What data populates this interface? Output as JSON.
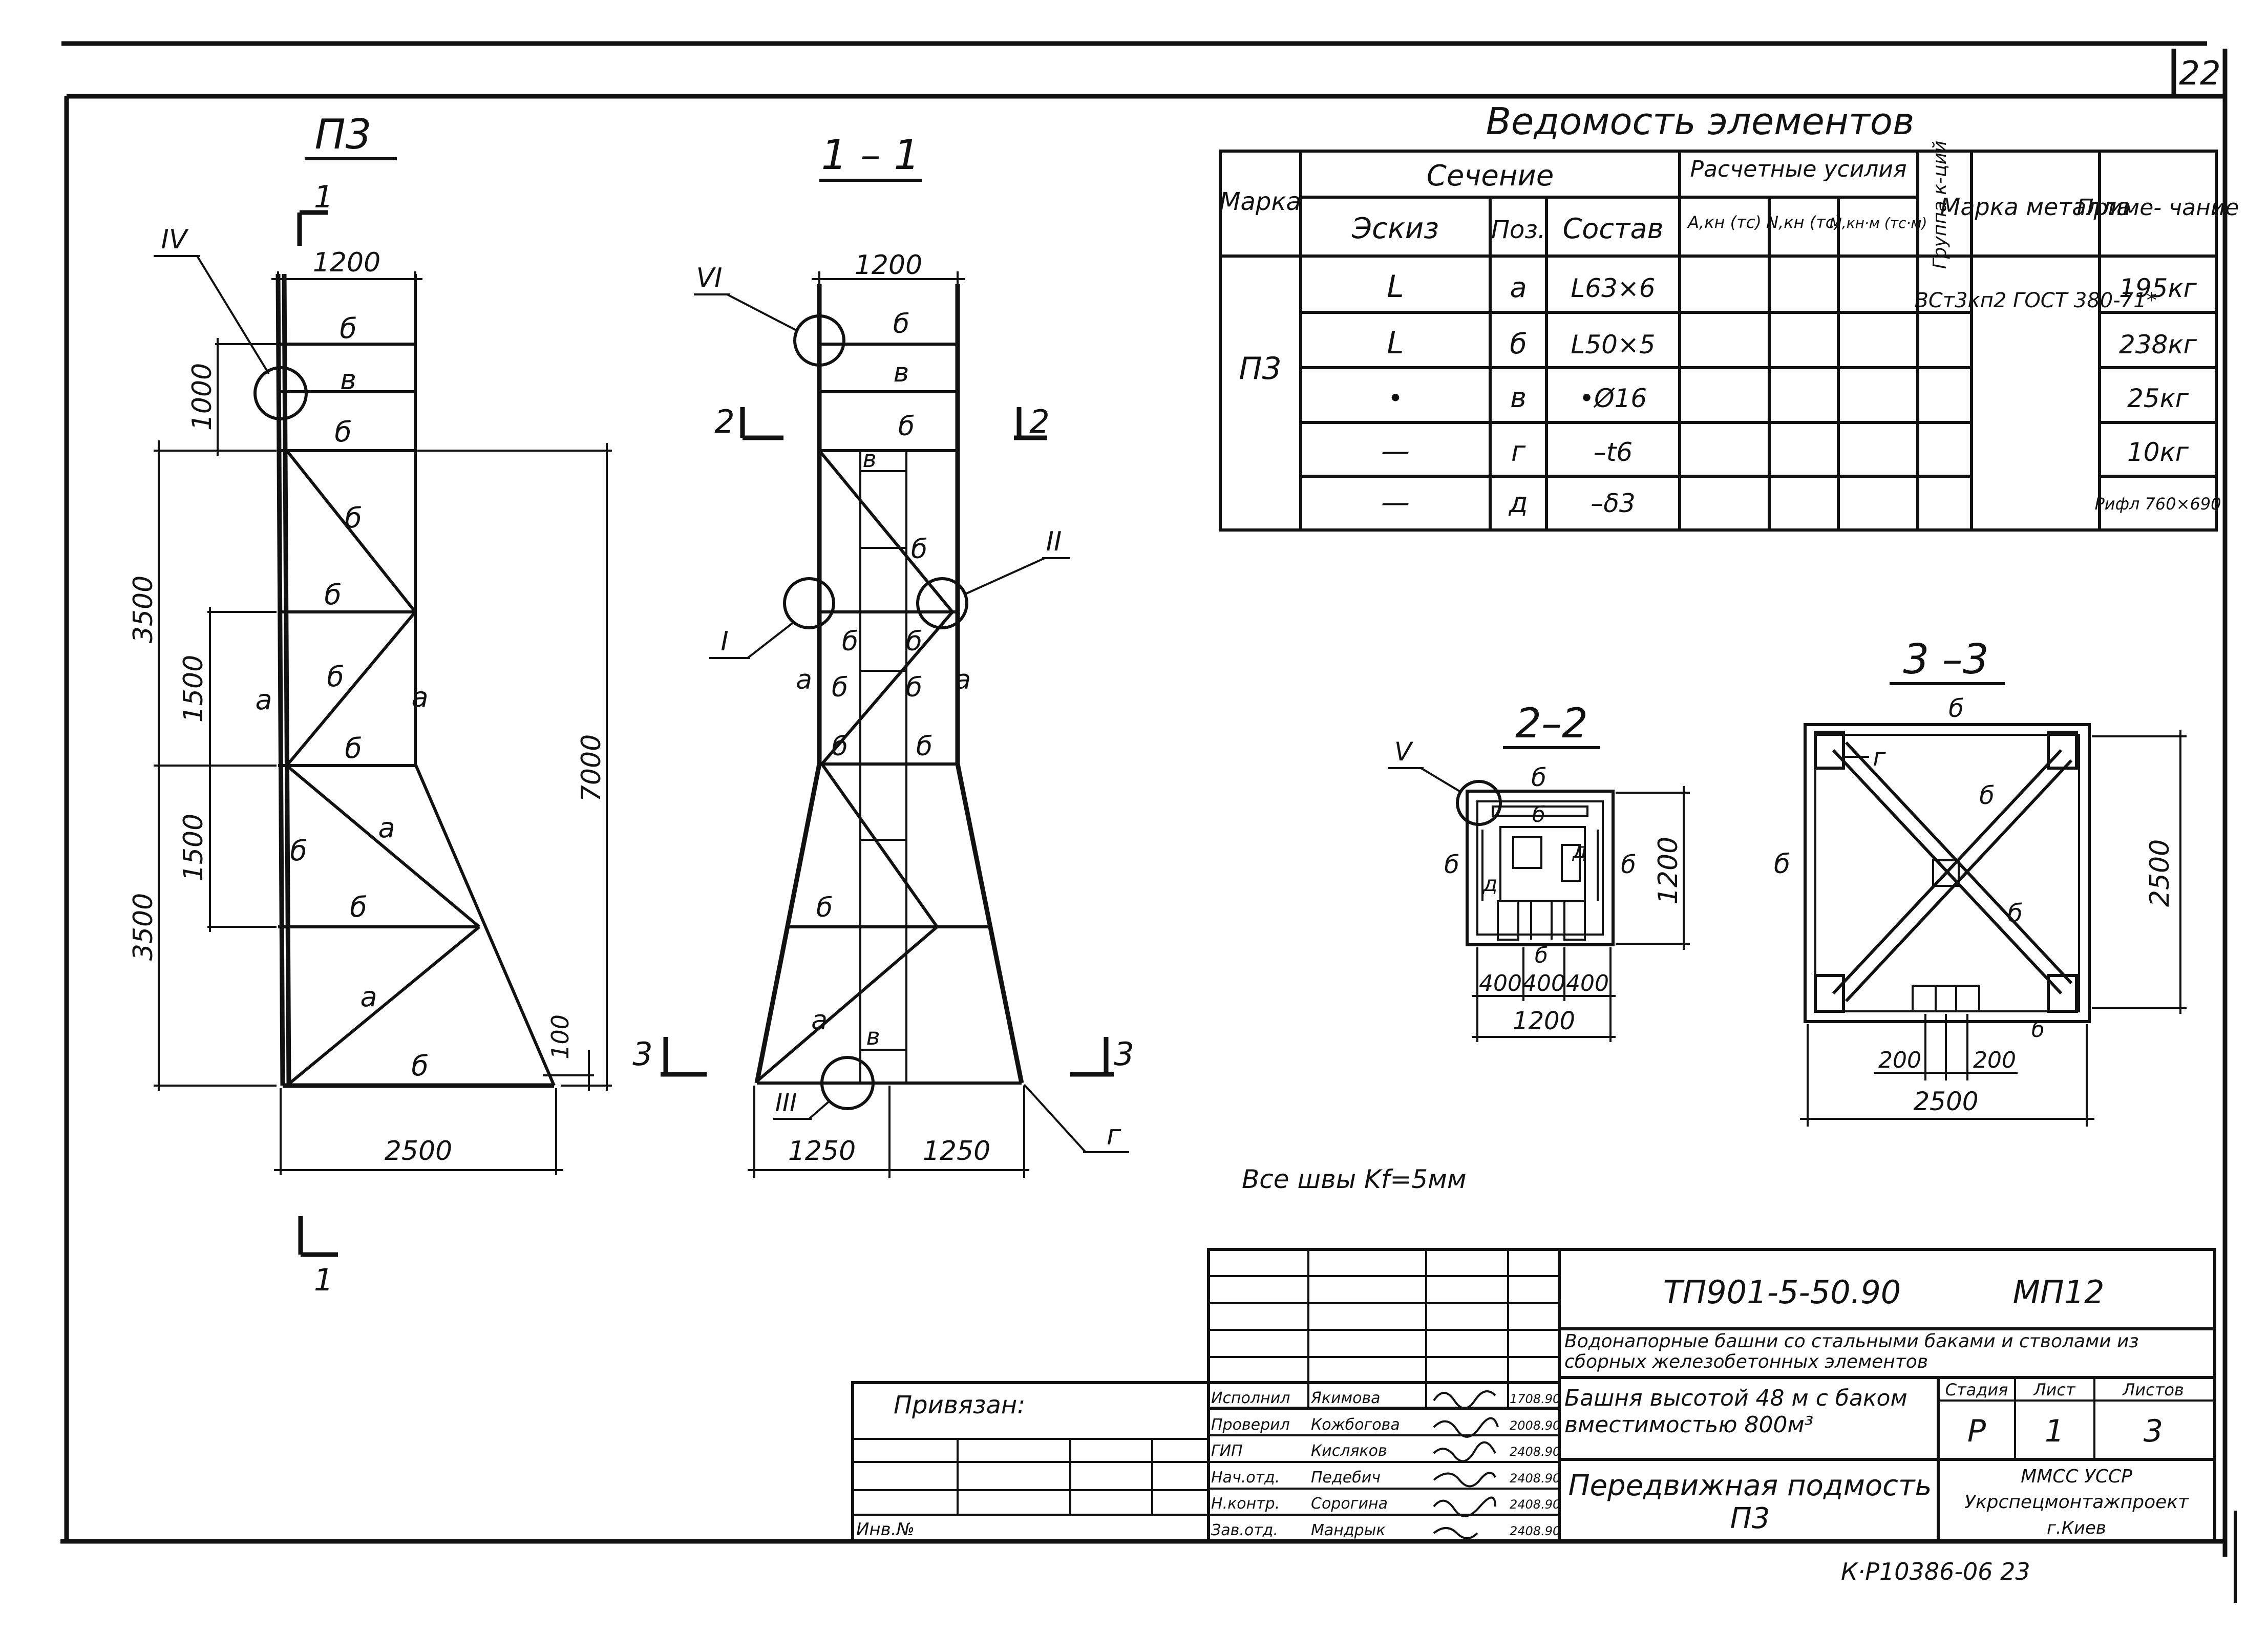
{
  "sheet_number": "22",
  "views": {
    "p3": {
      "title": "П3",
      "section_top": "1",
      "section_bottom": "1",
      "node_iv": "IV",
      "dim_top_width": "1200",
      "dim_bottom_width": "2500",
      "dim_1000": "1000",
      "dim_3500_top": "3500",
      "dim_1500_top": "1500",
      "dim_1500_bottom": "1500",
      "dim_3500_bottom": "3500",
      "dim_7000": "7000",
      "dim_100": "100",
      "pos_a": "а",
      "pos_b": "б",
      "pos_v": "в"
    },
    "s11": {
      "title": "1 – 1",
      "node_vi": "VI",
      "node_ii": "II",
      "node_i": "I",
      "node_iii": "III",
      "pos_g": "г",
      "cut_2": "2",
      "cut_3": "3",
      "dim_top_width": "1200",
      "dim_1250_left": "1250",
      "dim_1250_right": "1250"
    },
    "s22": {
      "title": "2–2",
      "node_v": "V",
      "dim_1200_v": "1200",
      "dim_400_a": "400",
      "dim_400_b": "400",
      "dim_400_c": "400",
      "dim_1200_h": "1200",
      "pos_d": "д"
    },
    "s33": {
      "title": "3 –3",
      "dim_2500_v": "2500",
      "dim_200_a": "200",
      "dim_200_b": "200",
      "dim_2500_h": "2500"
    }
  },
  "elements_table": {
    "title": "Ведомость элементов",
    "headers": {
      "mark": "Марка",
      "section": "Сечение",
      "sketch": "Эскиз",
      "pos": "Поз.",
      "composition": "Состав",
      "forces": "Расчетные усилия",
      "force_a": "А,кн (тс)",
      "force_n": "N,кн (тс)",
      "force_m": "М,кн·м (тс·м)",
      "group": "Группа к-ций",
      "metal": "Марка металла",
      "note": "Приме- чание"
    },
    "mark_value": "П3",
    "metal_value": "ВСт3кп2 ГОСТ 380-71*",
    "rows": [
      {
        "sketch": "L",
        "pos": "а",
        "composition": "L63×6",
        "note": "195кг"
      },
      {
        "sketch": "L",
        "pos": "б",
        "composition": "L50×5",
        "note": "238кг"
      },
      {
        "sketch": "•",
        "pos": "в",
        "composition": "•Ø16",
        "note": "25кг"
      },
      {
        "sketch": "—",
        "pos": "г",
        "composition": "–t6",
        "note": "10кг"
      },
      {
        "sketch": "—",
        "pos": "д",
        "composition": "–δ3",
        "note": "Рифл 760×690"
      }
    ]
  },
  "weld_note": "Все швы Kf=5мм",
  "title_block": {
    "doc_code": "ТП901-5-50.90",
    "doc_mark": "МП12",
    "project_title": "Водонапорные башни со стальными баками и стволами из сборных железобетонных элементов",
    "object_name": "Башня высотой 48 м с баком вместимостью 800м³",
    "sheet_name": "Передвижная подмость П3",
    "stage_label": "Стадия",
    "sheet_label": "Лист",
    "sheets_label": "Листов",
    "stage": "Р",
    "sheet": "1",
    "sheets": "3",
    "org_line1": "ММСС УССР",
    "org_line2": "Укрспецмонтажпроект",
    "org_line3": "г.Киев",
    "privyazan": "Привязан:",
    "inv": "Инв.№",
    "staff": [
      {
        "role": "Исполнил",
        "name": "Якимова",
        "date": "1708.90"
      },
      {
        "role": "Проверил",
        "name": "Кожбогова",
        "date": "2008.90"
      },
      {
        "role": "ГИП",
        "name": "Кисляков",
        "date": "2408.90"
      },
      {
        "role": "Нач.отд.",
        "name": "Педебич",
        "date": "2408.90"
      },
      {
        "role": "Н.контр.",
        "name": "Сорогина",
        "date": "2408.90"
      },
      {
        "role": "Зав.отд.",
        "name": "Мандрык",
        "date": "2408.90"
      }
    ]
  },
  "archive_number": "К·Р10386-06 23"
}
